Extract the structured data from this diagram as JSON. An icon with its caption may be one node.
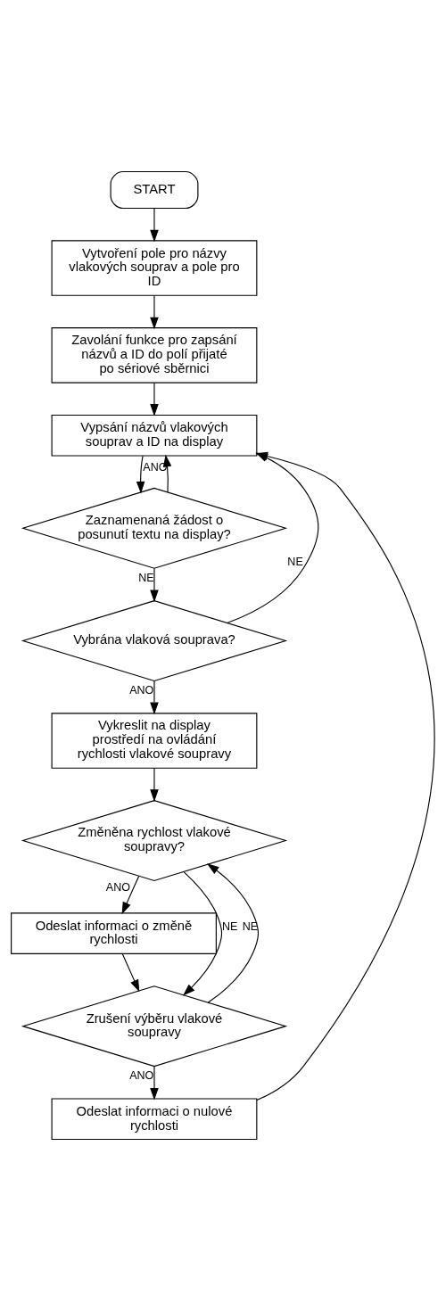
{
  "diagram": {
    "nodes": [
      {
        "text": [
          "START"
        ]
      },
      {
        "text": [
          "Vytvoření pole pro názvy vlakových souprav a pole pro ID"
        ]
      },
      {
        "text": [
          "Zavolání funkce pro zapsání názvů a ID do polí přijaté po sériové sběrnici"
        ]
      },
      {
        "text": [
          "Vypsání názvů vlakových souprav a ID na display"
        ]
      },
      {
        "text": [
          "Zaznamenaná žádost o posunutí textu na display?"
        ]
      },
      {
        "text": [
          "Vybrána vlaková souprava?"
        ]
      },
      {
        "text": [
          "Vykreslit na display prostředí na ovládání rychlosti vlakové soupravy"
        ]
      },
      {
        "text": [
          "Změněna rychlost vlakové soupravy?"
        ]
      },
      {
        "text": [
          "Odeslat informaci o změně rychlosti"
        ]
      },
      {
        "text": [
          "Zrušení výběru vlakové soupravy"
        ]
      },
      {
        "text": [
          "Odeslat informaci o nulové rychlosti"
        ]
      }
    ],
    "edges": [
      {
        "from": 0,
        "to": 1,
        "arrow": "to"
      },
      {
        "from": 1,
        "to": 2,
        "arrow": "to"
      },
      {
        "from": 2,
        "to": 3,
        "arrow": "to"
      },
      {
        "from": 3,
        "to": 4,
        "arrow": "to"
      },
      {
        "from": 4,
        "to": 3,
        "label": "ANO",
        "arrow": "to"
      },
      {
        "from": 4,
        "to": 5,
        "label": "NE",
        "arrow": "to"
      },
      {
        "from": 5,
        "to": 3,
        "label": "NE",
        "arrow": "to"
      },
      {
        "from": 5,
        "to": 6,
        "label": "ANO",
        "arrow": "to"
      },
      {
        "from": 6,
        "to": 7,
        "arrow": "to"
      },
      {
        "from": 7,
        "to": 8,
        "label": "ANO",
        "arrow": "to"
      },
      {
        "from": 7,
        "to": 9,
        "label": "NE",
        "arrow": "to"
      },
      {
        "from": 8,
        "to": 9,
        "arrow": "to"
      },
      {
        "from": 9,
        "to": 7,
        "label": "NE",
        "arrow": "to"
      },
      {
        "from": 9,
        "to": 10,
        "label": "ANO",
        "arrow": "to"
      },
      {
        "from": 10,
        "to": 3,
        "arrow": "to"
      }
    ]
  }
}
